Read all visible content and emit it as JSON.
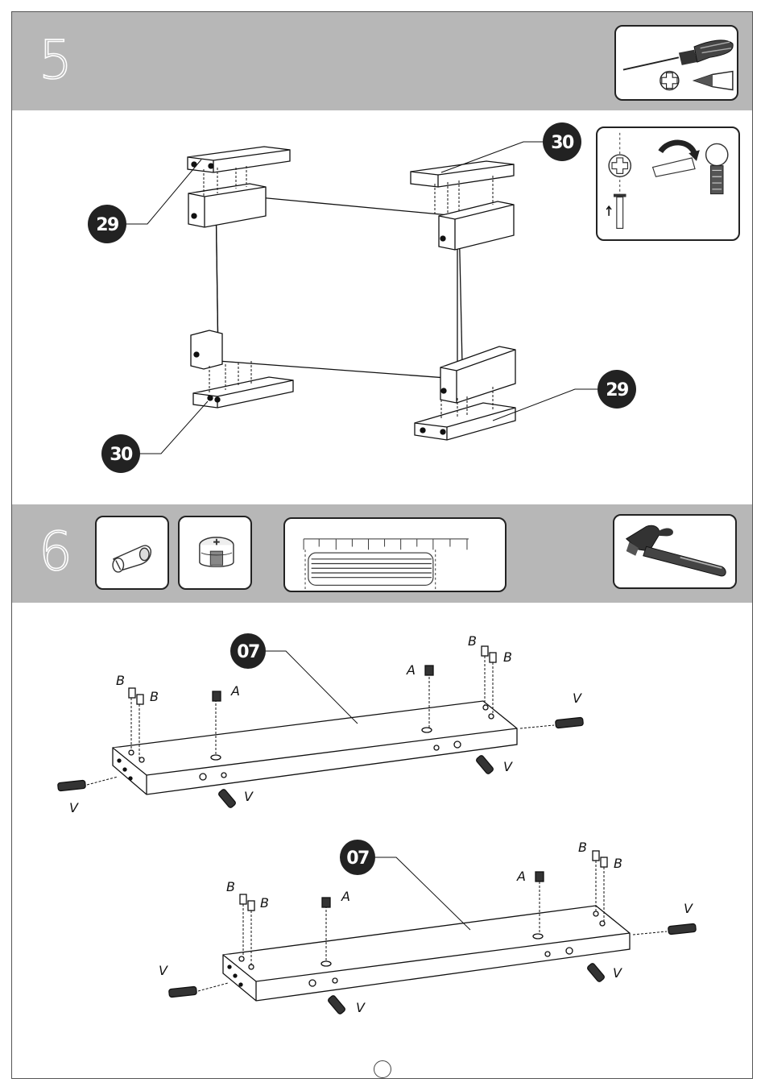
{
  "steps": [
    {
      "number": "5"
    },
    {
      "number": "6"
    }
  ],
  "step5": {
    "tools": [
      "screwdriver-icon",
      "phillips-head-icon"
    ],
    "callouts": {
      "a": "29",
      "b": "30",
      "c": "30",
      "d": "29"
    }
  },
  "step6": {
    "parts": [
      "cam-bolt-icon",
      "cam-lock-icon",
      "dowel-ruler-icon",
      "hammer-icon"
    ],
    "board_top": {
      "callout": "07",
      "labels": {
        "b1": "B",
        "b2": "B",
        "a1": "A",
        "a2": "A",
        "b3": "B",
        "b4": "B",
        "v1": "V",
        "v2": "V",
        "v3": "V",
        "v4": "V"
      }
    },
    "board_bottom": {
      "callout": "07",
      "labels": {
        "b1": "B",
        "b2": "B",
        "a1": "A",
        "a2": "A",
        "b3": "B",
        "b4": "B",
        "v1": "V",
        "v2": "V",
        "v3": "V",
        "v4": "V"
      }
    }
  }
}
